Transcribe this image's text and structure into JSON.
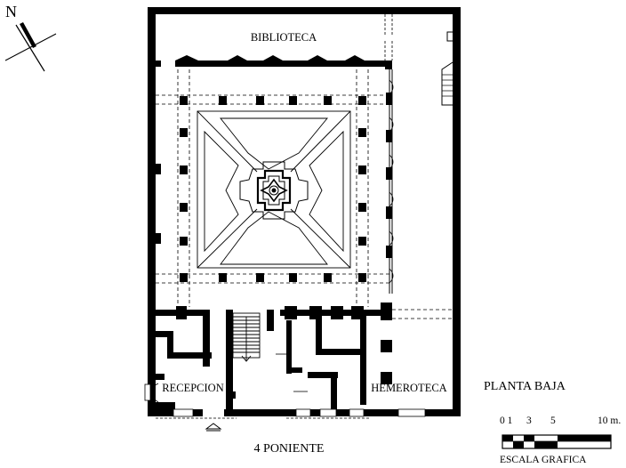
{
  "compass": {
    "north_label": "N"
  },
  "rooms": {
    "biblioteca": "BIBLIOTECA",
    "recepcion": "RECEPCION",
    "hemeroteca": "HEMEROTECA"
  },
  "street": "4 PONIENTE",
  "title": "PLANTA BAJA",
  "scale_bar": {
    "tick_labels": [
      "0 1",
      "3",
      "5",
      "10 m."
    ],
    "caption": "ESCALA GRAFICA"
  }
}
